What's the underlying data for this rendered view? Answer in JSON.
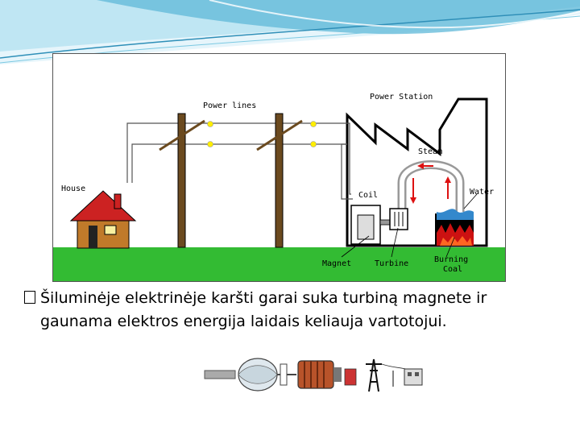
{
  "diagram": {
    "labels": {
      "power_station": "Power Station",
      "power_lines": "Power lines",
      "steam": "Steam",
      "house": "House",
      "coil": "Coil",
      "water": "Water",
      "magnet": "Magnet",
      "turbine": "Turbine",
      "burning_coal_line1": "Burning",
      "burning_coal_line2": "Coal"
    }
  },
  "body": {
    "bullet_glyph": "",
    "paragraph": "Šiluminėje elektrinėje karšti garai suka turbiną magnete ir gaunama elektros energija laidais keliauja vartotojui."
  },
  "colors": {
    "grass": "#33bb33",
    "house_wall": "#c07a2a",
    "roof": "#cc2222",
    "arrow_red": "#dd1111",
    "water": "#3388cc",
    "swoosh": "#5fb8d8"
  }
}
